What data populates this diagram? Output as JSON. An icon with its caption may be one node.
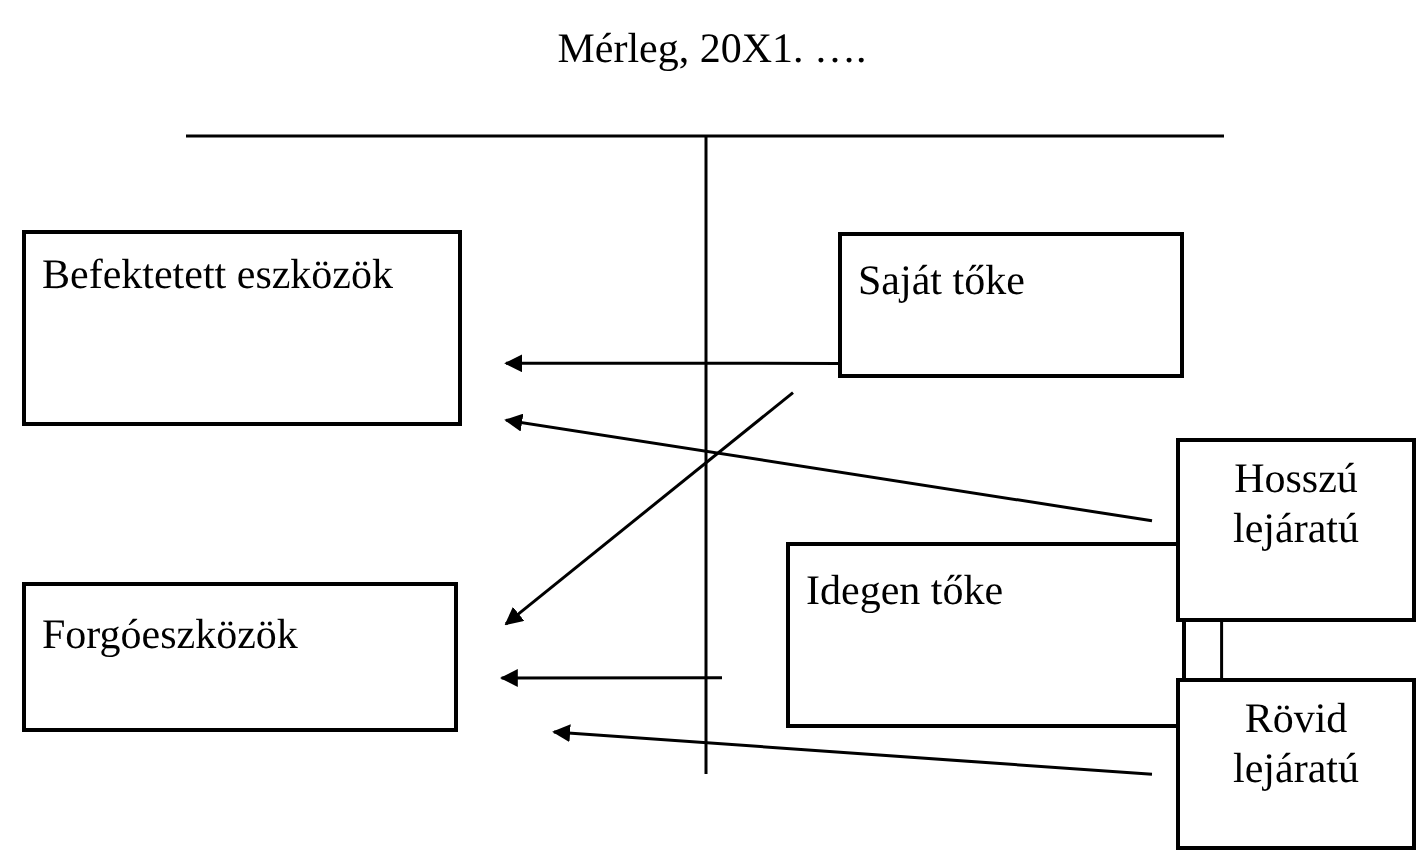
{
  "diagram": {
    "title": "Mérleg, 20X1. ….",
    "nodes": [
      {
        "text": [
          "Befektetett eszközök"
        ]
      },
      {
        "text": [
          "Saját tőke"
        ]
      },
      {
        "text": [
          "Forgóeszközök"
        ]
      },
      {
        "text": [
          "Idegen tőke"
        ]
      },
      {
        "text": [
          "Hosszú lejáratú"
        ]
      },
      {
        "text": [
          "Rövid lejáratú"
        ]
      }
    ],
    "edges": [
      {
        "from": 1,
        "to": 0,
        "arrow": "to"
      },
      {
        "from": 1,
        "to": 2,
        "arrow": "to"
      },
      {
        "from": 4,
        "to": 0,
        "arrow": "to"
      },
      {
        "from": 3,
        "to": 2,
        "arrow": "to"
      },
      {
        "from": 5,
        "to": 2,
        "arrow": "to"
      },
      {
        "from": 4,
        "to": 5,
        "arrow": "none"
      }
    ]
  }
}
